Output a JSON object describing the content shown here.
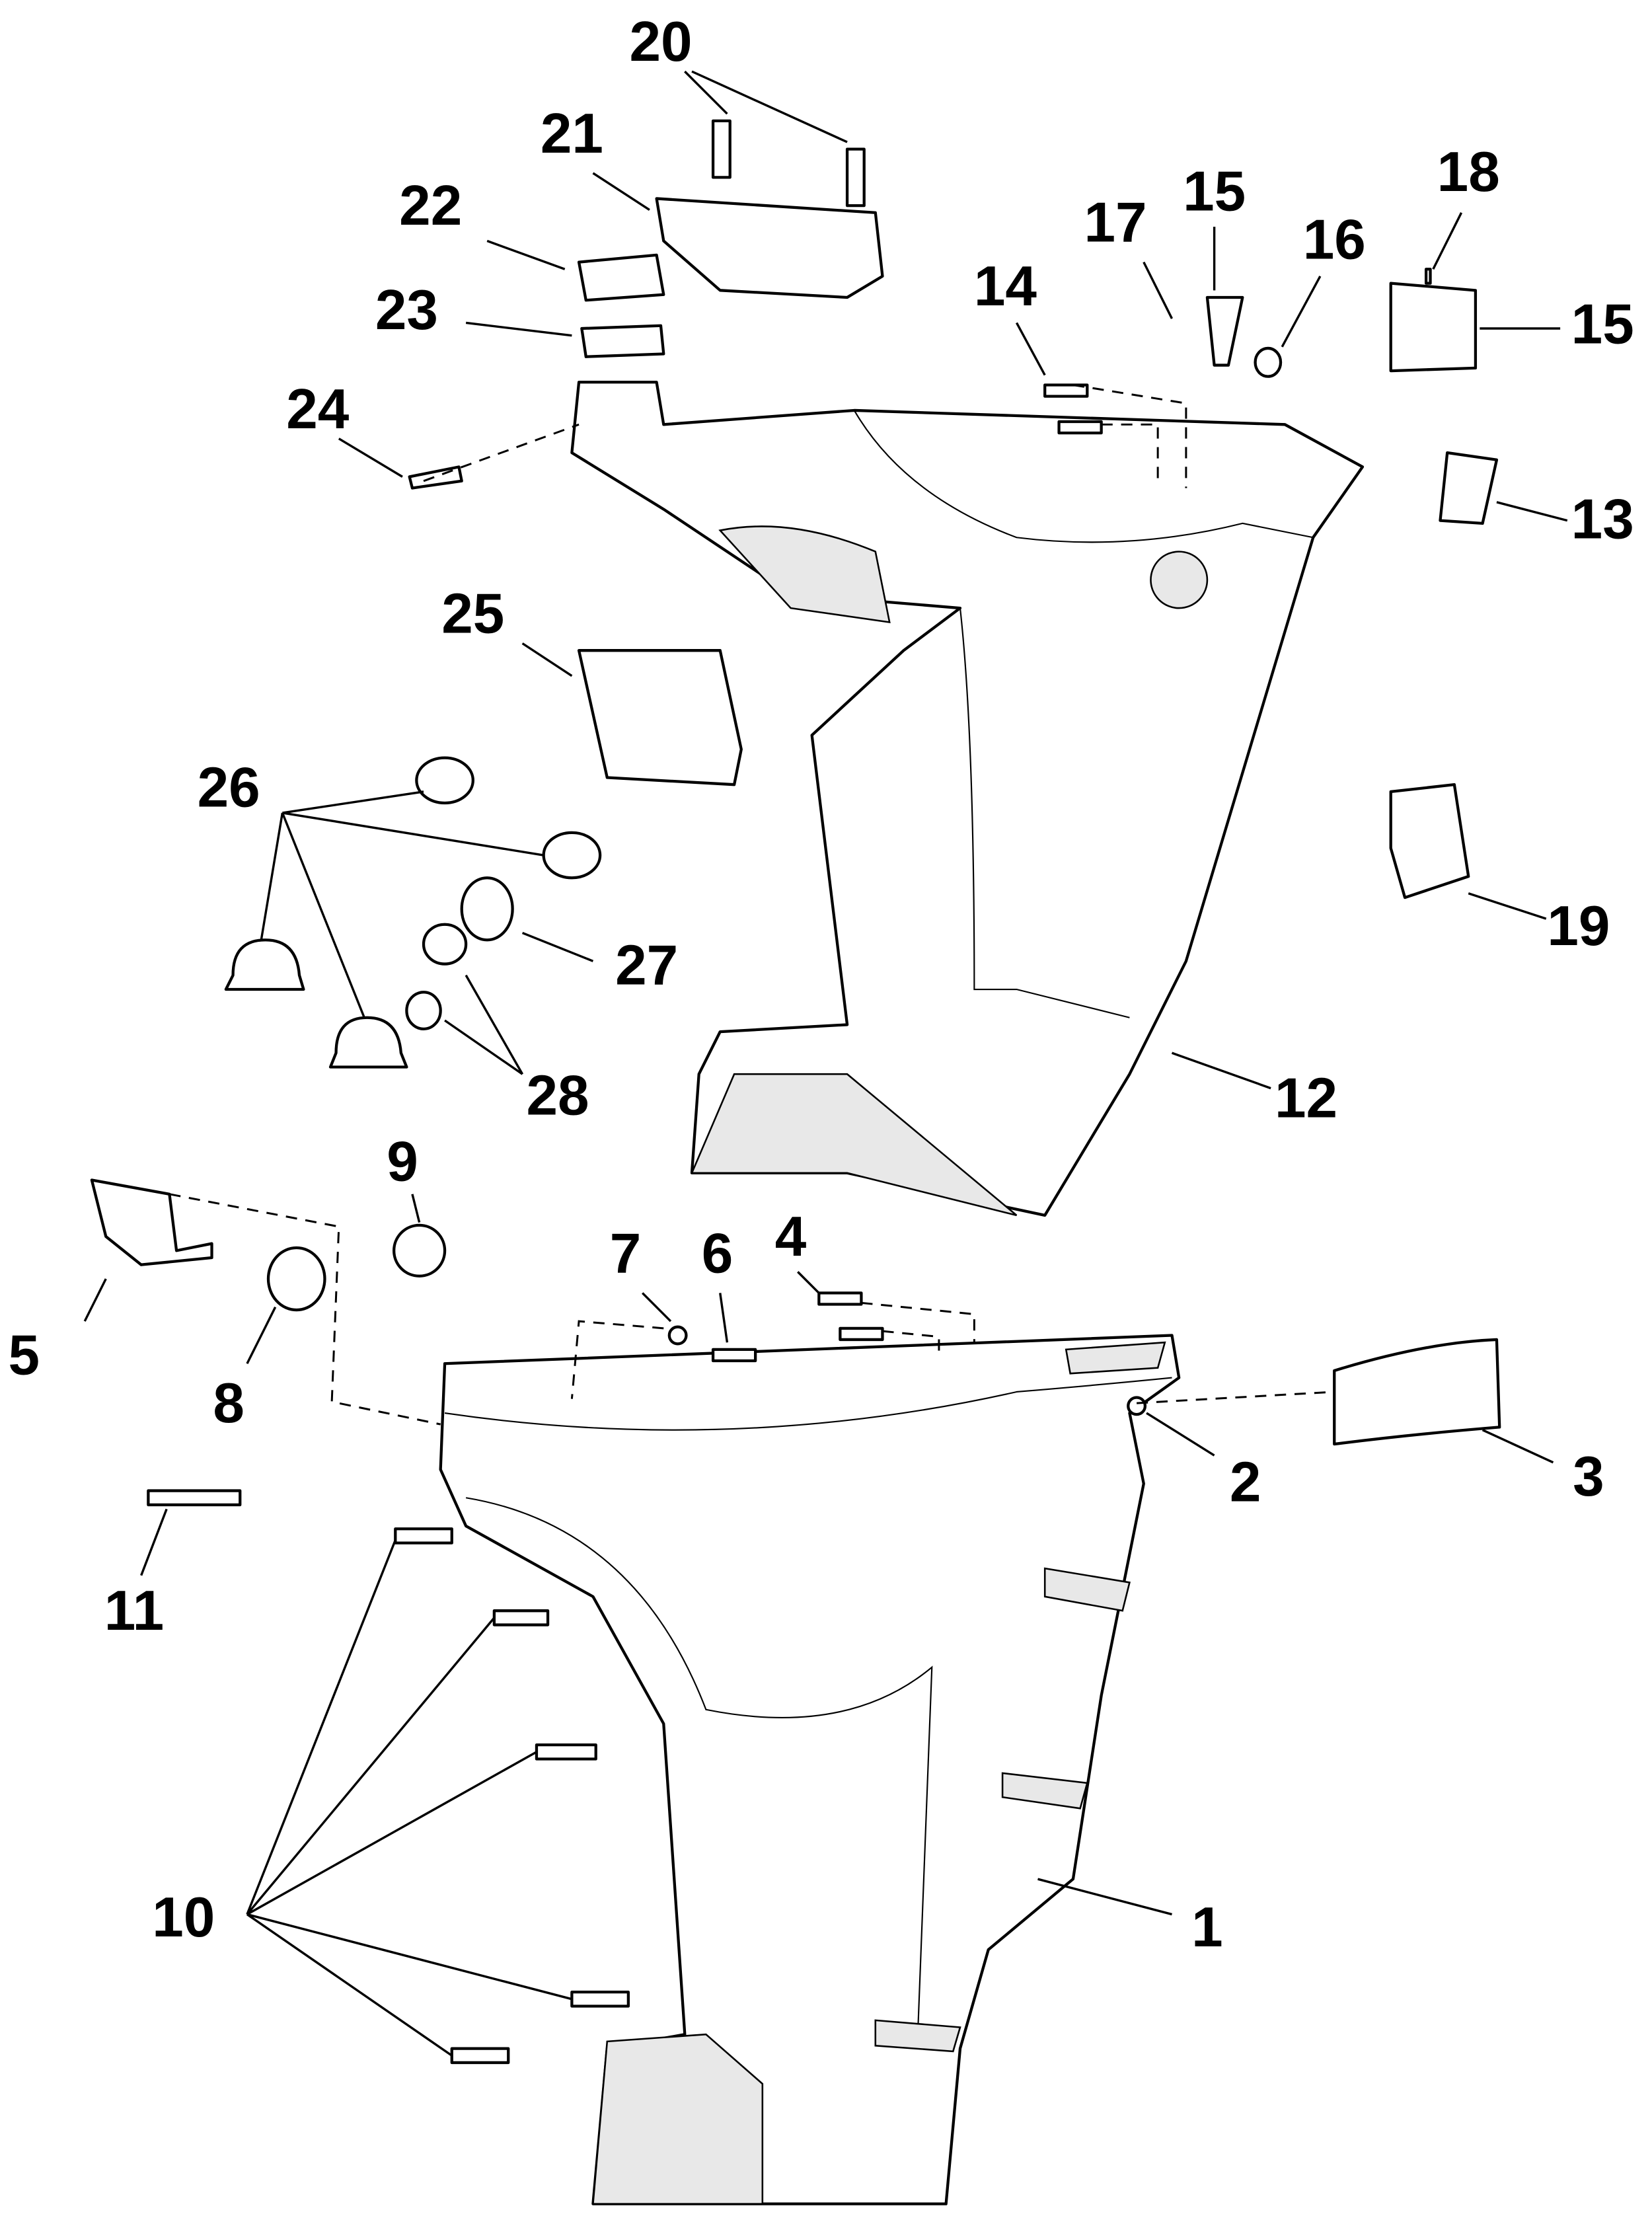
{
  "diagram": {
    "type": "exploded-parts-diagram",
    "callouts": {
      "c1": "1",
      "c2": "2",
      "c3": "3",
      "c4": "4",
      "c5": "5",
      "c6": "6",
      "c7": "7",
      "c8": "8",
      "c9": "9",
      "c10": "10",
      "c11": "11",
      "c12": "12",
      "c13": "13",
      "c14": "14",
      "c15a": "15",
      "c15b": "15",
      "c16": "16",
      "c17": "17",
      "c18": "18",
      "c19": "19",
      "c20": "20",
      "c21": "21",
      "c22": "22",
      "c23": "23",
      "c24": "24",
      "c25": "25",
      "c26": "26",
      "c27": "27",
      "c28": "28"
    }
  }
}
